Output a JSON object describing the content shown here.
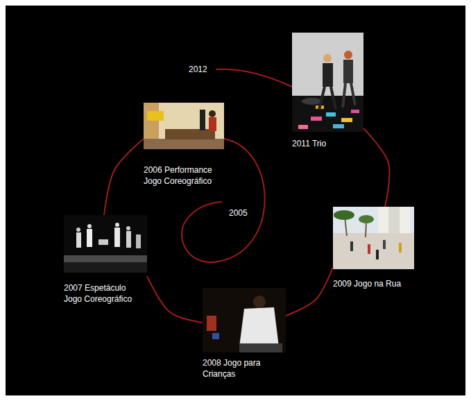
{
  "diagram": {
    "nodes": [
      {
        "text": [
          "2006 Performance Jogo Coreográfico"
        ]
      },
      {
        "text": [
          "2007 Espetáculo Jogo Coreográfico"
        ]
      },
      {
        "text": [
          "2008 Jogo para Crianças"
        ]
      },
      {
        "text": [
          "2009 Jogo na Rua"
        ]
      },
      {
        "text": [
          "2011 Trio"
        ]
      }
    ],
    "edges": [
      {
        "from": 0,
        "to": 1,
        "arrow": "none"
      },
      {
        "from": 1,
        "to": 2,
        "arrow": "none"
      },
      {
        "from": 2,
        "to": 3,
        "arrow": "none"
      },
      {
        "from": 3,
        "to": 4,
        "arrow": "none"
      }
    ],
    "labels": [
      "2012",
      "2005"
    ]
  }
}
